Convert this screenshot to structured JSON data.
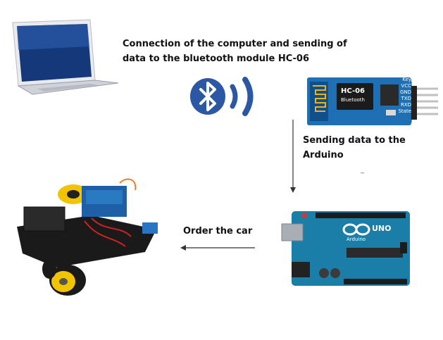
{
  "labels": {
    "computer_line1": "Connection of the computer and sending of",
    "computer_line2": "data to the bluetooth module HC-06",
    "sending_line1": "Sending data to the",
    "sending_line2": "Arduino",
    "stray_mark": "_",
    "order": "Order the car"
  },
  "hc06": {
    "chip_label": "HC-06",
    "chip_sublabel": "Bluetooth",
    "pins": [
      "Key",
      "VCC",
      "GND",
      "TXD",
      "RXD",
      "State"
    ]
  },
  "arduino": {
    "logo_text": "UNO",
    "brand": "Arduino"
  },
  "colors": {
    "bluetooth_blue": "#2b57a5",
    "module_blue": "#1f6fb4",
    "arduino_teal": "#1b7ea8",
    "laptop_screen": "#14387a",
    "wheel_yellow": "#f2c400"
  },
  "icons": [
    "laptop-icon",
    "bluetooth-icon",
    "hc06-module",
    "arduino-board",
    "robot-car"
  ]
}
